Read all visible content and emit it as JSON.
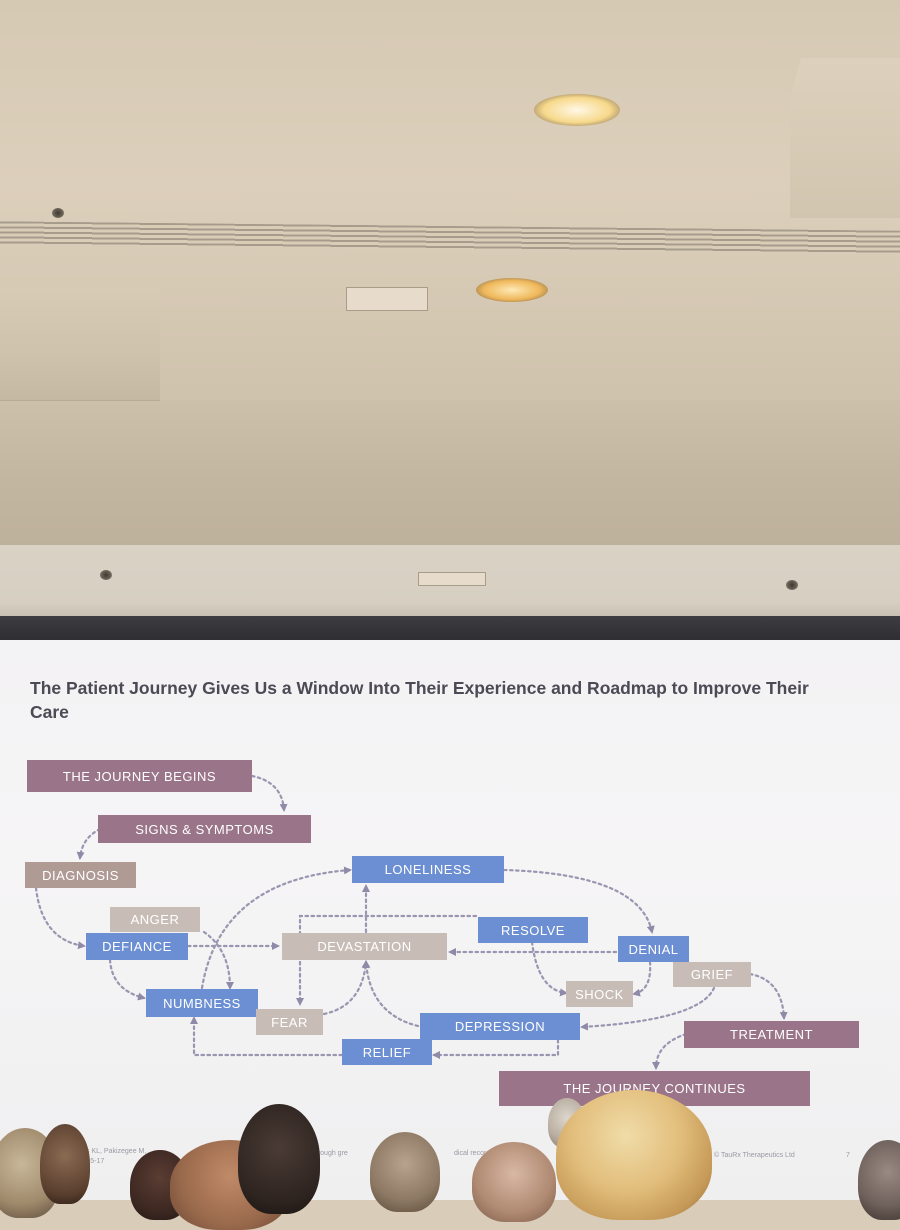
{
  "slide": {
    "title": "The Patient Journey Gives Us a Window Into Their Experience and Roadmap to Improve Their Care"
  },
  "nodes": {
    "journey_begins": "THE JOURNEY BEGINS",
    "signs_symptoms": "SIGNS & SYMPTOMS",
    "diagnosis": "DIAGNOSIS",
    "loneliness": "LONELINESS",
    "anger": "ANGER",
    "resolve": "RESOLVE",
    "defiance": "DEFIANCE",
    "devastation": "DEVASTATION",
    "denial": "DENIAL",
    "grief": "GRIEF",
    "shock": "SHOCK",
    "numbness": "NUMBNESS",
    "fear": "FEAR",
    "depression": "DEPRESSION",
    "treatment": "TREATMENT",
    "relief": "RELIEF",
    "journey_continues": "THE JOURNEY CONTINUES"
  },
  "footer": {
    "citation_left": "hillips KL, Pakizegee M,",
    "citation_left2": "5(3):15-17",
    "citation_mid": "through gre",
    "citation_mid2": "dical records and",
    "copyright": "© TauRx Therapeutics Ltd",
    "page_number": "7"
  },
  "colors": {
    "mauve": "#9a7488",
    "blue": "#6b8fd2",
    "beige": "#c8bcb6",
    "arrow": "#8f8aa8"
  }
}
